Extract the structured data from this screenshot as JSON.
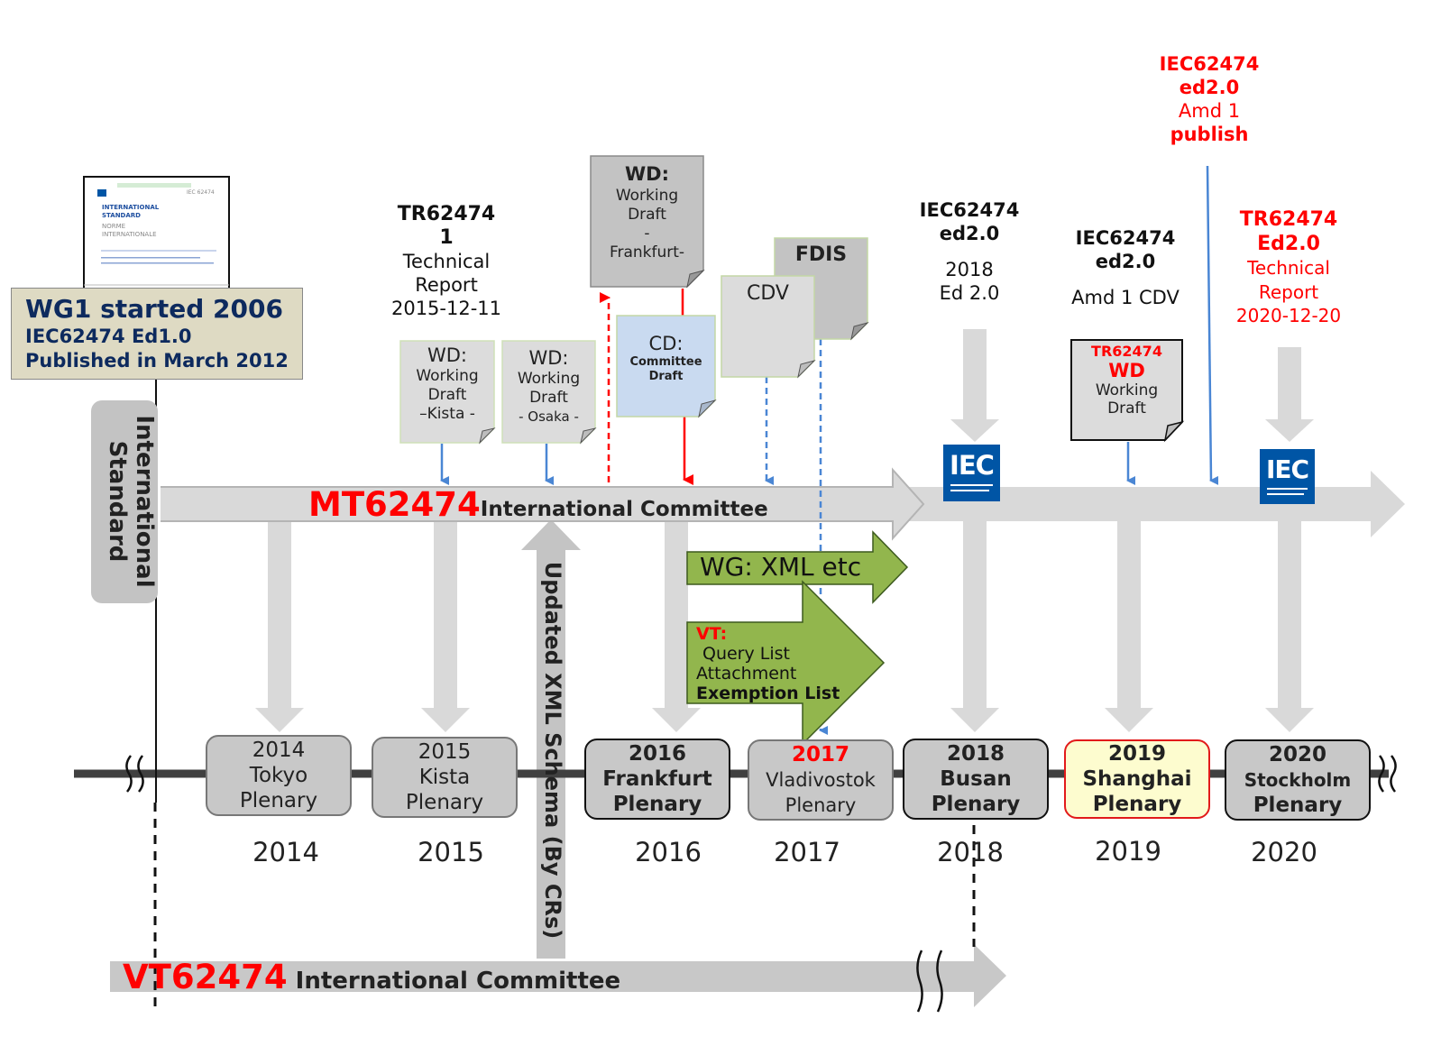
{
  "colors": {
    "mt_red": "#ff0000",
    "navy": "#0d2a5e",
    "arrow_gray": "#d9d9d9",
    "green": "#92b64d",
    "iec_blue": "#0055a5",
    "cd_blue": "#c9daf0",
    "shanghai_yellow": "#fdfccf",
    "wg1_box": "#dedac3"
  },
  "wg1": {
    "title": "WG1 started 2006",
    "line1": "IEC62474 Ed1.0",
    "line2": "Published in March 2012"
  },
  "doc_thumbnail": {
    "line_a": "INTERNATIONAL",
    "line_b": "STANDARD",
    "line_c": "NORME",
    "line_d": "INTERNATIONALE",
    "code": "IEC 62474"
  },
  "intl_standard": {
    "line1": "International",
    "line2": "Standard"
  },
  "mt": {
    "code": "MT62474",
    "label": "International Committee"
  },
  "vt": {
    "code": "VT62474",
    "label": "International Committee"
  },
  "xml_schema": "Updated XML Schema (By CRs)",
  "wg_xml": "WG: XML etc",
  "vt_box": {
    "title": "VT:",
    "l1": "Query List",
    "l2": "Attachment",
    "l3": "Exemption List"
  },
  "tr1": {
    "l1": "TR62474",
    "l2": "1",
    "l3": "Technical",
    "l4": "Report",
    "l5": "2015-12-11"
  },
  "wd_kista": {
    "l1": "WD:",
    "l2": "Working",
    "l3": "Draft",
    "l4": "–Kista -"
  },
  "wd_osaka": {
    "l1": "WD:",
    "l2": "Working",
    "l3": "Draft",
    "l4": "- Osaka -"
  },
  "wd_frankfurt": {
    "l1": "WD:",
    "l2": "Working",
    "l3": "Draft",
    "l4": "-",
    "l5": "Frankfurt-"
  },
  "cd": {
    "l1": "CD:",
    "l2": "Committee",
    "l3": "Draft"
  },
  "cdv": "CDV",
  "fdis": "FDIS",
  "iec_ed2": {
    "l1": "IEC62474",
    "l2": "ed2.0",
    "l3": "2018",
    "l4": "Ed 2.0"
  },
  "iec_amd": {
    "l1": "IEC62474",
    "l2": "ed2.0",
    "l3": "Amd 1 CDV"
  },
  "tr_wd": {
    "l1": "TR62474",
    "l2": "WD",
    "l3": "Working",
    "l4": "Draft"
  },
  "amd_publish": {
    "l1": "IEC62474",
    "l2": "ed2.0",
    "l3": "Amd 1",
    "l4": "publish"
  },
  "tr_ed2": {
    "l1": "TR62474",
    "l2": "Ed2.0",
    "l3": "Technical",
    "l4": "Report",
    "l5": "2020-12-20"
  },
  "iec_logo": "IEC",
  "plenaries": [
    {
      "l1": "2014",
      "l2": "Tokyo",
      "l3": "Plenary"
    },
    {
      "l1": "2015",
      "l2": "Kista",
      "l3": "Plenary"
    },
    {
      "l1": "2016",
      "l2": "Frankfurt",
      "l3": "Plenary"
    },
    {
      "l1": "2017",
      "l2": "Vladivostok",
      "l3": "Plenary"
    },
    {
      "l1": "2018",
      "l2": "Busan",
      "l3": "Plenary"
    },
    {
      "l1": "2019",
      "l2": "Shanghai",
      "l3": "Plenary"
    },
    {
      "l1": "2020",
      "l2": "Stockholm",
      "l3": "Plenary"
    }
  ],
  "years": [
    "2014",
    "2015",
    "2016",
    "2017",
    "2018",
    "2019",
    "2020"
  ]
}
